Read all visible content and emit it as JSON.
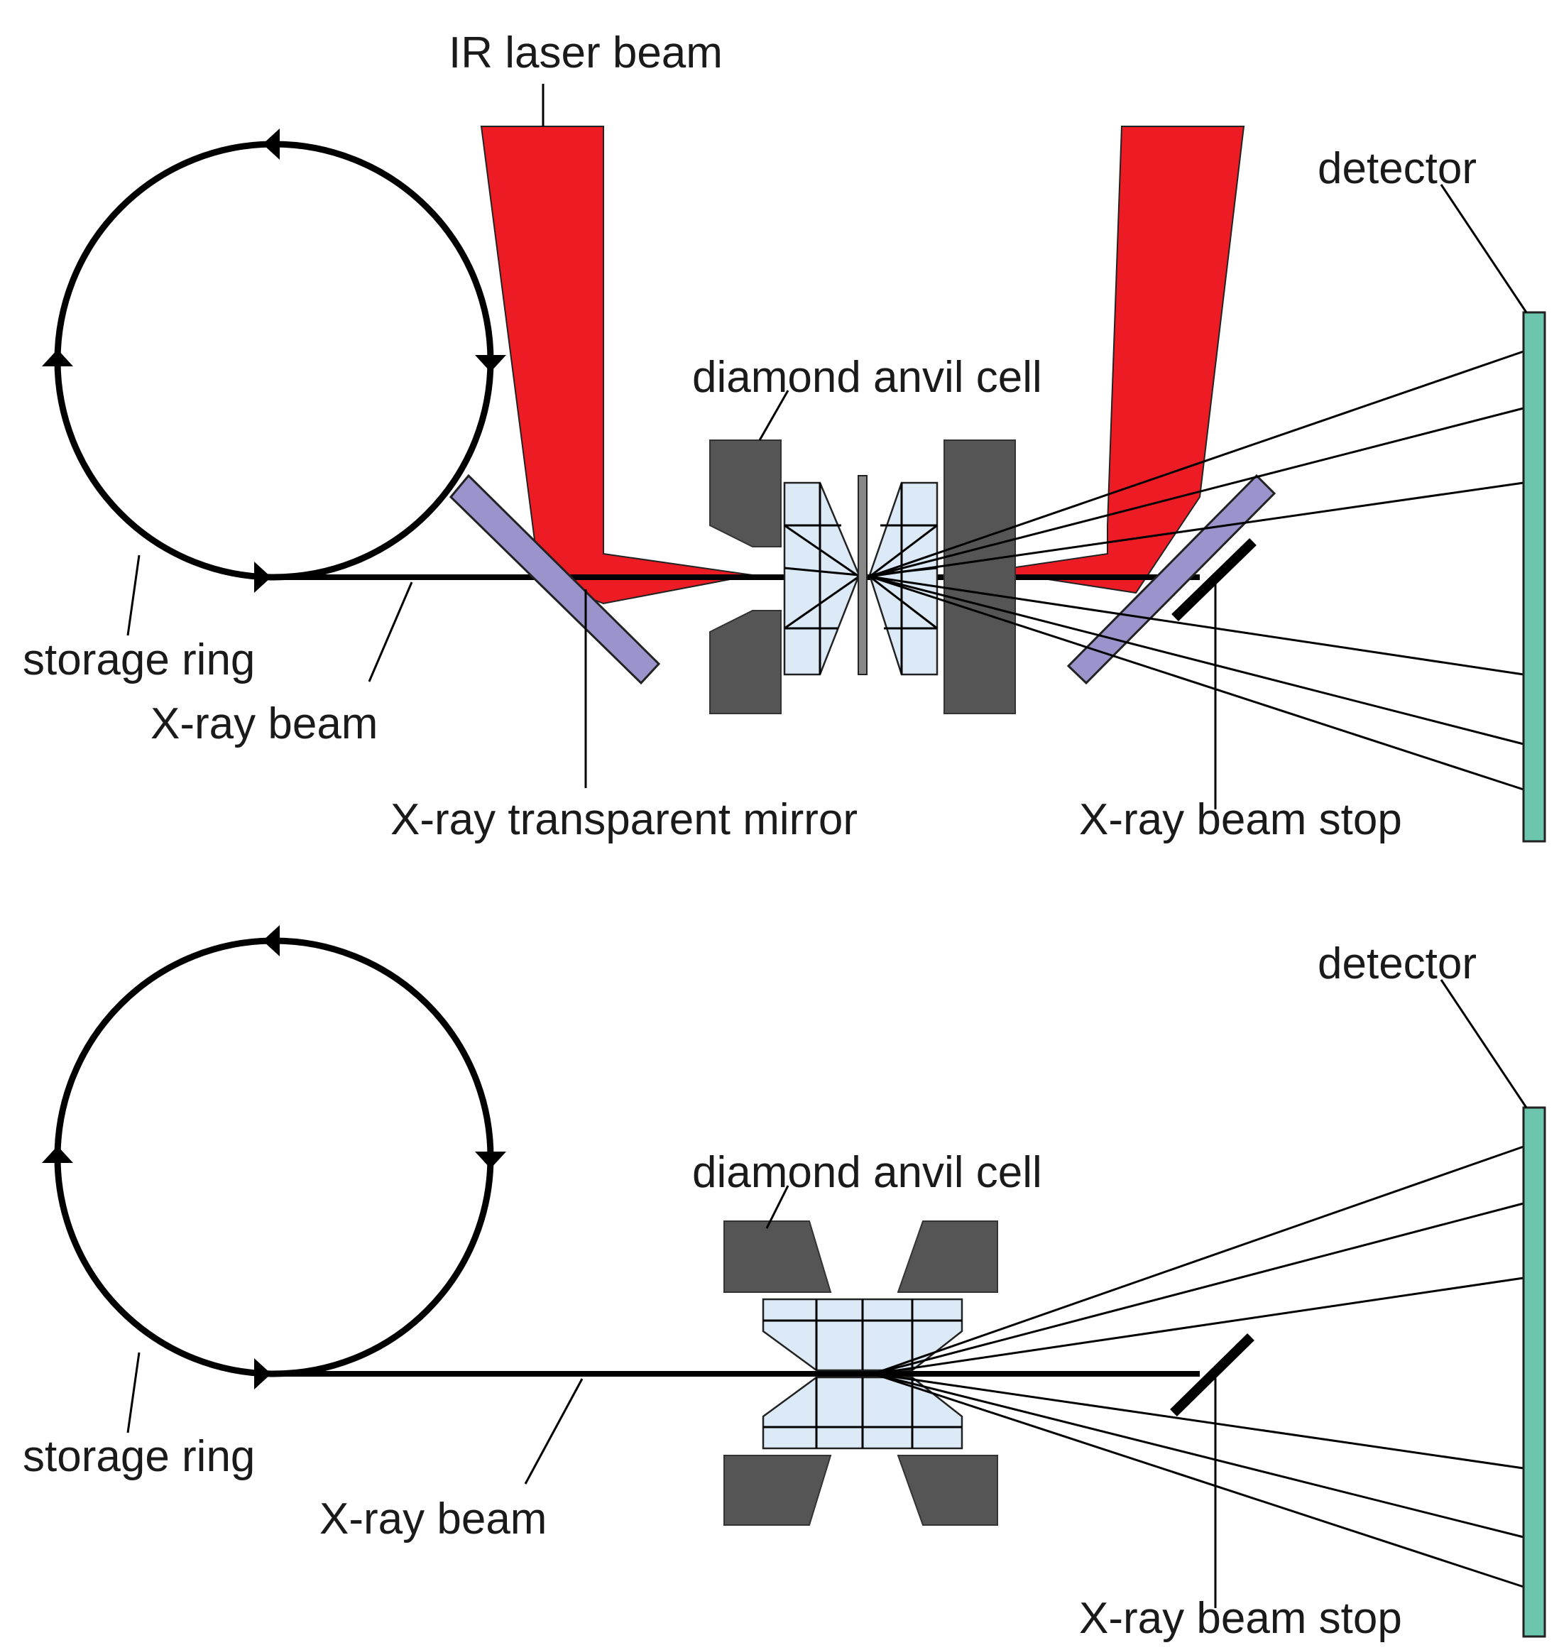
{
  "top_panel": {
    "labels": {
      "ir_laser": "IR laser beam",
      "detector": "detector",
      "dac": "diamond anvil cell",
      "storage_ring": "storage ring",
      "xray_beam": "X-ray beam",
      "mirror": "X-ray transparent mirror",
      "beam_stop": "X-ray beam stop"
    }
  },
  "bottom_panel": {
    "labels": {
      "detector": "detector",
      "dac": "diamond anvil cell",
      "storage_ring": "storage ring",
      "xray_beam": "X-ray beam",
      "beam_stop": "X-ray beam stop"
    }
  },
  "colors": {
    "laser": "#ed1c24",
    "mirror": "#9b93cc",
    "detector": "#6cc6ad",
    "anvil_holder": "#555555",
    "diamond": "#dce9f6"
  }
}
